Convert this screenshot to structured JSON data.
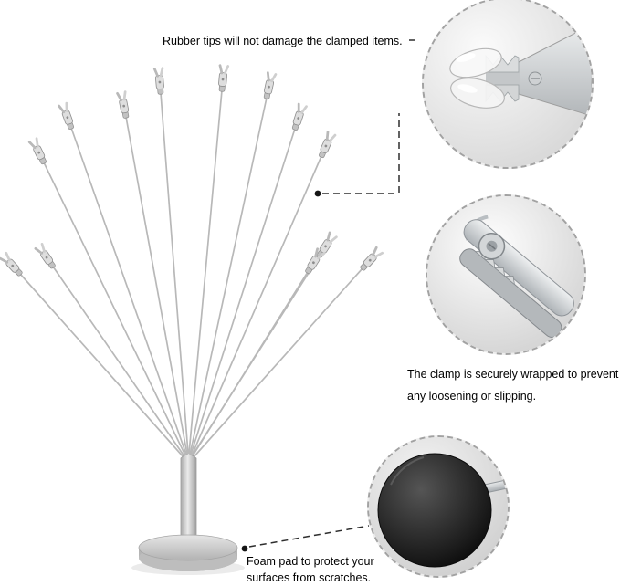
{
  "annotations": {
    "rubber_tips": "Rubber tips will not damage the clamped items.",
    "clamp_line1": "The clamp is securely wrapped to prevent",
    "clamp_line2": "any loosening or slipping.",
    "foam_line1": "Foam pad to protect your",
    "foam_line2": "surfaces from scratches."
  },
  "insets": {
    "top": "rubber-tip-clip-closeup",
    "middle": "clamp-joint-closeup",
    "bottom": "foam-pad-closeup"
  },
  "colors": {
    "metal_silver": "#c9cccf",
    "wire_silver": "#b8b8b8",
    "foam_black": "#161616",
    "leader_line": "#2e2e2e",
    "dashed_circle": "#a2a2a2",
    "background": "#ffffff"
  }
}
